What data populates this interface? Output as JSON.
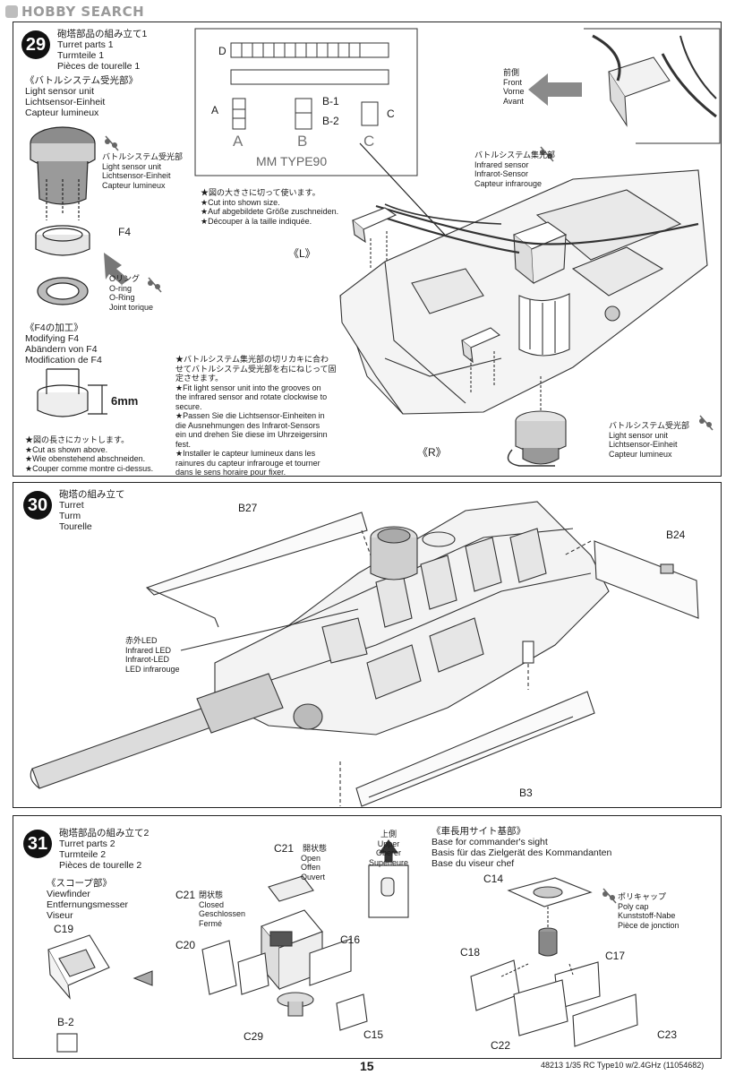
{
  "logo": {
    "text": "HOBBY SEARCH"
  },
  "step29": {
    "number": "29",
    "title": [
      "砲塔部品の組み立て1",
      "Turret parts 1",
      "Turmteile 1",
      "Pièces de tourelle 1"
    ],
    "battle_heading": "《バトルシステム受光部》",
    "battle_lines": [
      "Light sensor unit",
      "Lichtsensor-Einheit",
      "Capteur lumineux"
    ],
    "receiver_label": [
      "バトルシステム受光部",
      "Light sensor unit",
      "Lichtsensor-Einheit",
      "Capteur lumineux"
    ],
    "f4": "F4",
    "oring": [
      "Oリング",
      "O-ring",
      "O-Ring",
      "Joint torique"
    ],
    "modify_heading": "《F4の加工》",
    "modify_lines": [
      "Modifying F4",
      "Abändern von F4",
      "Modification de F4"
    ],
    "dim": "6mm",
    "cut_note": [
      "★図の長さにカットします。",
      "★Cut as shown above.",
      "★Wie obenstehend abschneiden.",
      "★Couper comme montre ci-dessus."
    ],
    "template": {
      "d": "D",
      "b1": "B-1",
      "b2": "B-2",
      "a": "A",
      "c": "C",
      "big_a": "A",
      "big_b": "B",
      "big_c": "C",
      "caption": "MM TYPE90"
    },
    "size_note": [
      "★図の大きさに切って使います。",
      "★Cut into shown size.",
      "★Auf abgebildete Größe zuschneiden.",
      "★Découper à la taille indiquée."
    ],
    "front": [
      "前側",
      "Front",
      "Vorne",
      "Avant"
    ],
    "infrared": [
      "バトルシステム集光部",
      "Infrared sensor",
      "Infrarot-Sensor",
      "Capteur infrarouge"
    ],
    "left": "《L》",
    "right": "《R》",
    "fit_note": [
      "★バトルシステム集光部の切リカキに合わ",
      "せてバトルシステム受光部を右にねじって固",
      "定させます。",
      "★Fit light sensor unit into the grooves on",
      "the infrared sensor and rotate clockwise to",
      "secure.",
      "★Passen Sie die Lichtsensor-Einheiten in",
      "die Ausnehmungen des Infrarot-Sensors",
      "ein und drehen Sie diese im Uhrzeigersinn",
      "fest.",
      "★Installer le capteur lumineux dans les",
      "rainures du capteur infrarouge et tourner",
      "dans le sens horaire pour fixer."
    ],
    "receiver2": [
      "バトルシステム受光部",
      "Light sensor unit",
      "Lichtsensor-Einheit",
      "Capteur lumineux"
    ]
  },
  "step30": {
    "number": "30",
    "title": [
      "砲塔の組み立て",
      "Turret",
      "Turm",
      "Tourelle"
    ],
    "b27": "B27",
    "b24": "B24",
    "b3": "B3",
    "led": [
      "赤外LED",
      "Infrared LED",
      "Infrarot-LED",
      "LED infrarouge"
    ]
  },
  "step31": {
    "number": "31",
    "title": [
      "砲塔部品の組み立て2",
      "Turret parts 2",
      "Turmteile 2",
      "Pièces de tourelle 2"
    ],
    "scope_heading": "《スコープ部》",
    "scope_lines": [
      "Viewfinder",
      "Entfernungsmesser",
      "Viseur"
    ],
    "c19": "C19",
    "b2": "B-2",
    "c21_open": [
      "C21",
      "開状態",
      "Open",
      "Offen",
      "Ouvert"
    ],
    "c21_closed": [
      "C21",
      "閉状態",
      "Closed",
      "Geschlossen",
      "Fermé"
    ],
    "upper": [
      "上側",
      "Upper",
      "Oberer",
      "Supérieure"
    ],
    "c20": "C20",
    "c16": "C16",
    "c29": "C29",
    "c15": "C15",
    "cmd_heading": "《車長用サイト基部》",
    "cmd_lines": [
      "Base for commander's sight",
      "Basis für das Zielgerät des Kommandanten",
      "Base du viseur chef"
    ],
    "c14": "C14",
    "polycap": [
      "ポリキャップ",
      "Poly cap",
      "Kunststoff-Nabe",
      "Pièce de jonction"
    ],
    "c18": "C18",
    "c17": "C17",
    "c22": "C22",
    "c23": "C23"
  },
  "footer": {
    "page": "15",
    "code": "48213 1/35 RC Type10 w/2.4GHz (11054682)"
  }
}
